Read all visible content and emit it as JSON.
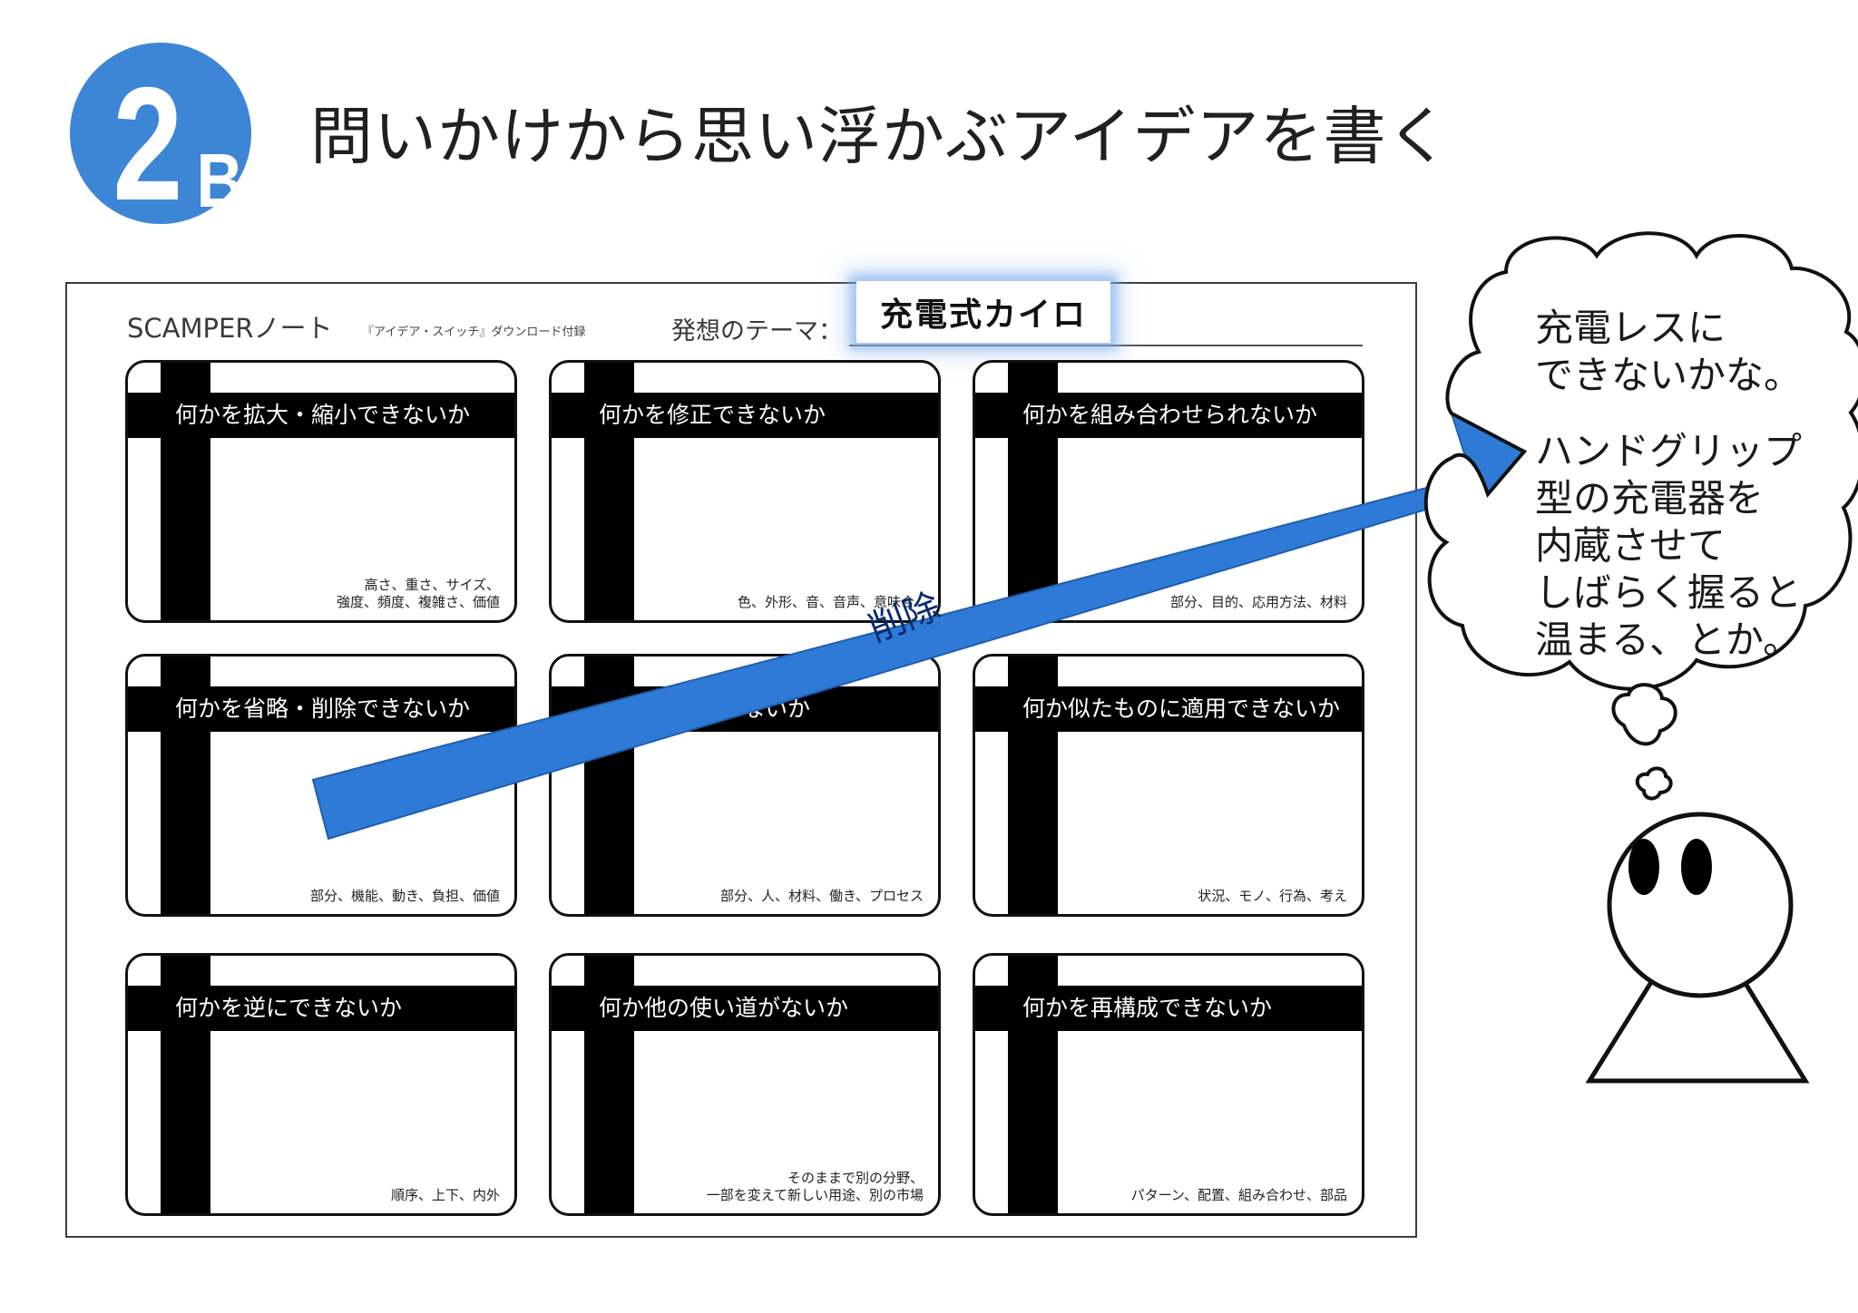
{
  "header": {
    "badge_number": "2",
    "badge_letter": "B",
    "title": "問いかけから思い浮かぶアイデアを書く"
  },
  "sheet": {
    "title": "SCAMPERノート",
    "subtitle": "『アイデア・スイッチ』ダウンロード付録",
    "theme_label": "発想のテーマ：",
    "theme_value": "充電式カイロ",
    "cards": [
      {
        "question": "何かを拡大・縮小できないか",
        "hint_lines": [
          "高さ、重さ、サイズ、",
          "強度、頻度、複雑さ、価値"
        ]
      },
      {
        "question": "何かを修正できないか",
        "hint_lines": [
          "色、外形、音、音声、意味合"
        ]
      },
      {
        "question": "何かを組み合わせられないか",
        "hint_lines": [
          "部分、目的、応用方法、材料"
        ]
      },
      {
        "question": "何かを省略・削除できないか",
        "hint_lines": [
          "部分、機能、動き、負担、価値"
        ]
      },
      {
        "question": "ないか",
        "hint_lines": [
          "部分、人、材料、働き、プロセス"
        ]
      },
      {
        "question": "何か似たものに適用できないか",
        "hint_lines": [
          "状況、モノ、行為、考え"
        ]
      },
      {
        "question": "何かを逆にできないか",
        "hint_lines": [
          "順序、上下、内外"
        ]
      },
      {
        "question": "何か他の使い道がないか",
        "hint_lines": [
          "そのままで別の分野、",
          "一部を変えて新しい用途、別の市場"
        ]
      },
      {
        "question": "何かを再構成できないか",
        "hint_lines": [
          "パターン、配置、組み合わせ、部品"
        ]
      }
    ]
  },
  "arrow": {
    "label": "削除",
    "color": "#2e7ad6"
  },
  "bubble": {
    "lines_a": [
      "充電レスに",
      "できないかな。"
    ],
    "lines_b": [
      "ハンドグリップ",
      "型の充電器を",
      "内蔵させて",
      "しばらく握ると",
      "温まる、とか。"
    ]
  },
  "colors": {
    "badge": "#3d86d6",
    "card_bar": "#000000",
    "arrow": "#2e7ad6"
  }
}
